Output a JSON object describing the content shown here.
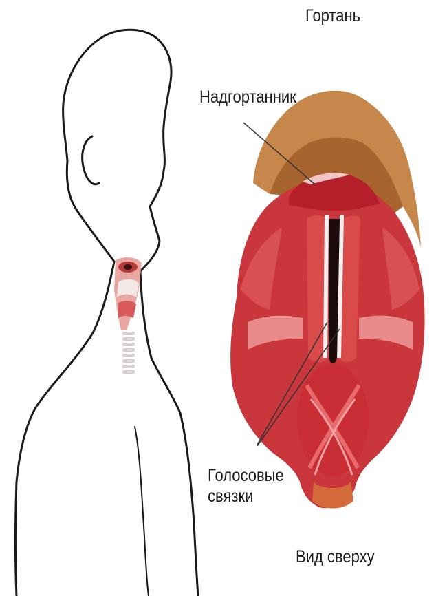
{
  "labels": {
    "title": "Гортань",
    "epiglottis": "Надгортанник",
    "vocal_cords_line1": "Голосовые",
    "vocal_cords_line2": "связки",
    "view": "Вид сверху"
  },
  "colors": {
    "outline": "#1a1a1a",
    "cartilage": "#c7874a",
    "muscle": "#c9363c",
    "muscle_light": "#e86a6a",
    "ligament": "#f4eeee",
    "dark_gap": "#1b0b0b"
  }
}
